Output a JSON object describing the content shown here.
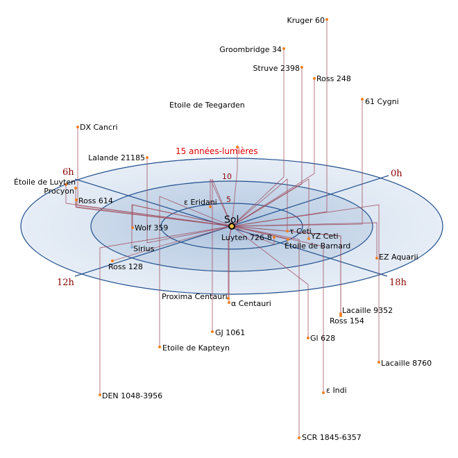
{
  "title": "Étoiles proches du Soleil",
  "center_label": "Sol",
  "rings": [
    {
      "label": "5"
    },
    {
      "label": "10"
    },
    {
      "label": "15 années-lumières"
    }
  ],
  "hours": [
    "0h",
    "6h",
    "12h",
    "18h"
  ],
  "colors": {
    "plane_outer": "#dfe7f2",
    "plane_mid": "#c7d6e8",
    "plane_inner": "#b4c8e0",
    "ring_stroke": "#1f4e8c",
    "drop_line": "#a05060",
    "star": "#f08020"
  },
  "stars": [
    {
      "name": "Kruger 60"
    },
    {
      "name": "Groombridge 34"
    },
    {
      "name": "Struve 2398"
    },
    {
      "name": "Ross 248"
    },
    {
      "name": "61 Cygni"
    },
    {
      "name": "Etoile de Teegarden"
    },
    {
      "name": "DX Cancri"
    },
    {
      "name": "Lalande 21185"
    },
    {
      "name": "Étoile de Luyten"
    },
    {
      "name": "Procyon"
    },
    {
      "name": "Ross 614"
    },
    {
      "name": "ε Eridani"
    },
    {
      "name": "Wolf 359"
    },
    {
      "name": "Sirius"
    },
    {
      "name": "Ross 128"
    },
    {
      "name": "Proxima Centauri"
    },
    {
      "name": "α Centauri"
    },
    {
      "name": "GJ 1061"
    },
    {
      "name": "Etoile de Kapteyn"
    },
    {
      "name": "DEN 1048-3956"
    },
    {
      "name": "τ Ceti"
    },
    {
      "name": "YZ Ceti"
    },
    {
      "name": "Luyten 726-8"
    },
    {
      "name": "Étoile de Barnard"
    },
    {
      "name": "EZ Aquarii"
    },
    {
      "name": "Lacaille 9352"
    },
    {
      "name": "Ross 154"
    },
    {
      "name": "Lacaille 8760"
    },
    {
      "name": "Gl 628"
    },
    {
      "name": "ε Indi"
    },
    {
      "name": "SCR 1845-6357"
    }
  ]
}
